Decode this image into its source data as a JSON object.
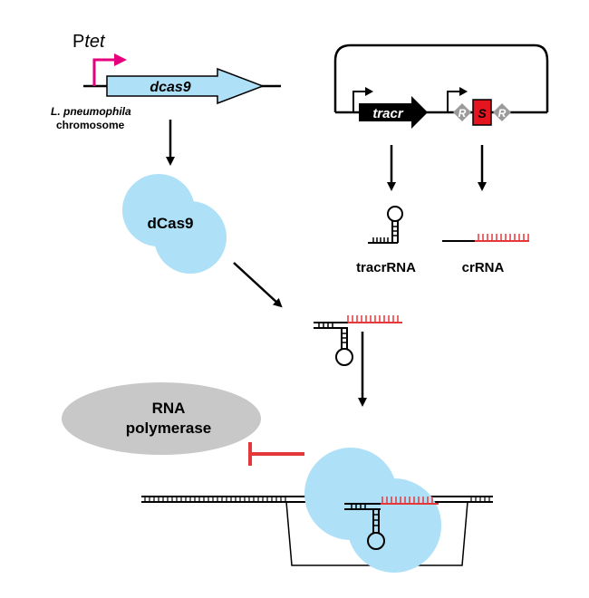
{
  "labels": {
    "promoter_prefix": "P",
    "promoter_italic": "tet",
    "gene": "dcas9",
    "organism_line1": "L. pneumophila",
    "organism_line2": "chromosome",
    "protein": "dCas9",
    "tracr_gene": "tracr",
    "repeat_left": "R",
    "spacer": "S",
    "repeat_right": "R",
    "tracrrna": "tracrRNA",
    "crrna": "crRNA",
    "polymerase_line1": "RNA",
    "polymerase_line2": "polymerase"
  },
  "colors": {
    "dcas9_blue": "#aee0f7",
    "promoter_magenta": "#e6007e",
    "crrna_red": "#e5383b",
    "spacer_red": "#e4151f",
    "repeat_gray": "#9b9b9b",
    "polymerase_gray": "#c8c8c8",
    "ink": "#000000"
  }
}
